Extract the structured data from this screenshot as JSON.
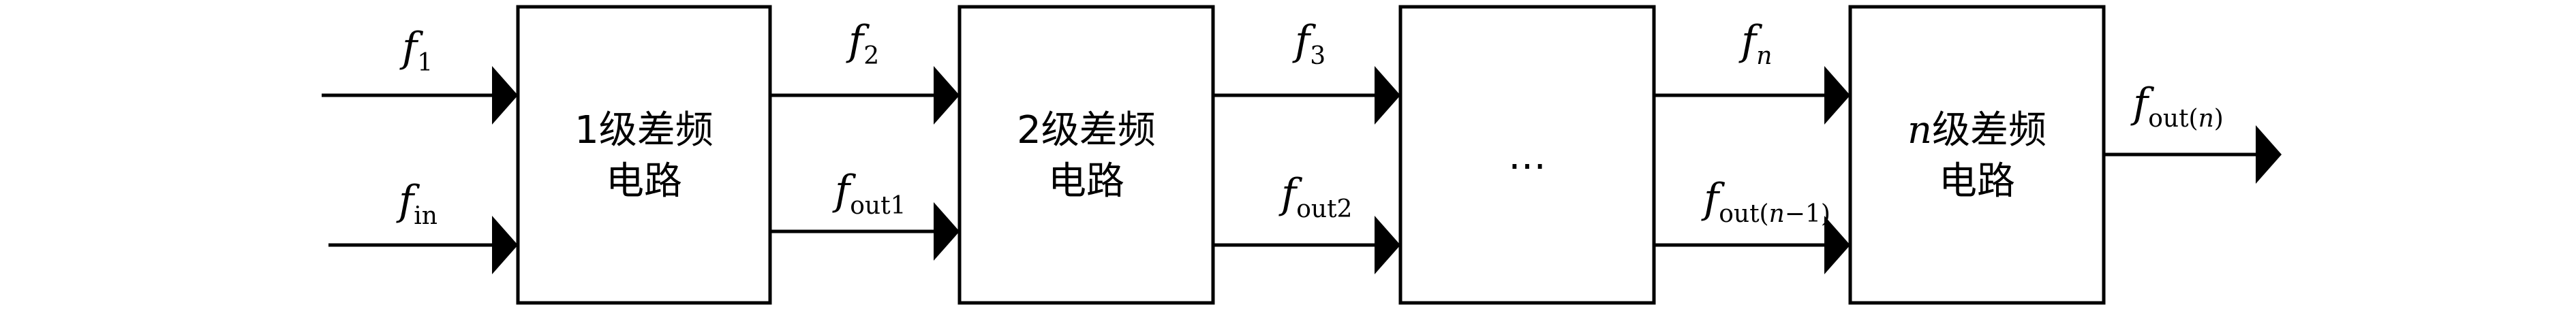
{
  "inputs": {
    "f1": {
      "base": "f",
      "sub": "1"
    },
    "fin": {
      "base": "f",
      "sub": "in"
    }
  },
  "blocks": {
    "block1": {
      "line1": "1级差频",
      "line2": "电路"
    },
    "block2": {
      "line1": "2级差频",
      "line2": "电路"
    },
    "block3": {
      "ellipsis": "…"
    },
    "blockn": {
      "line1_prefix": "n",
      "line1_rest": "级差频",
      "line2": "电路"
    }
  },
  "signals": {
    "f2": {
      "base": "f",
      "sub": "2"
    },
    "fout1": {
      "base": "f",
      "sub": "out1"
    },
    "f3": {
      "base": "f",
      "sub": "3"
    },
    "fout2": {
      "base": "f",
      "sub": "out2"
    },
    "fn": {
      "base": "f",
      "sub": "n"
    },
    "fout_n1": {
      "base": "f",
      "sub_a": "out(",
      "sub_b": "n",
      "sub_c": "−1)"
    },
    "fout_n": {
      "base": "f",
      "sub_a": "out(",
      "sub_b": "n",
      "sub_c": ")"
    }
  }
}
